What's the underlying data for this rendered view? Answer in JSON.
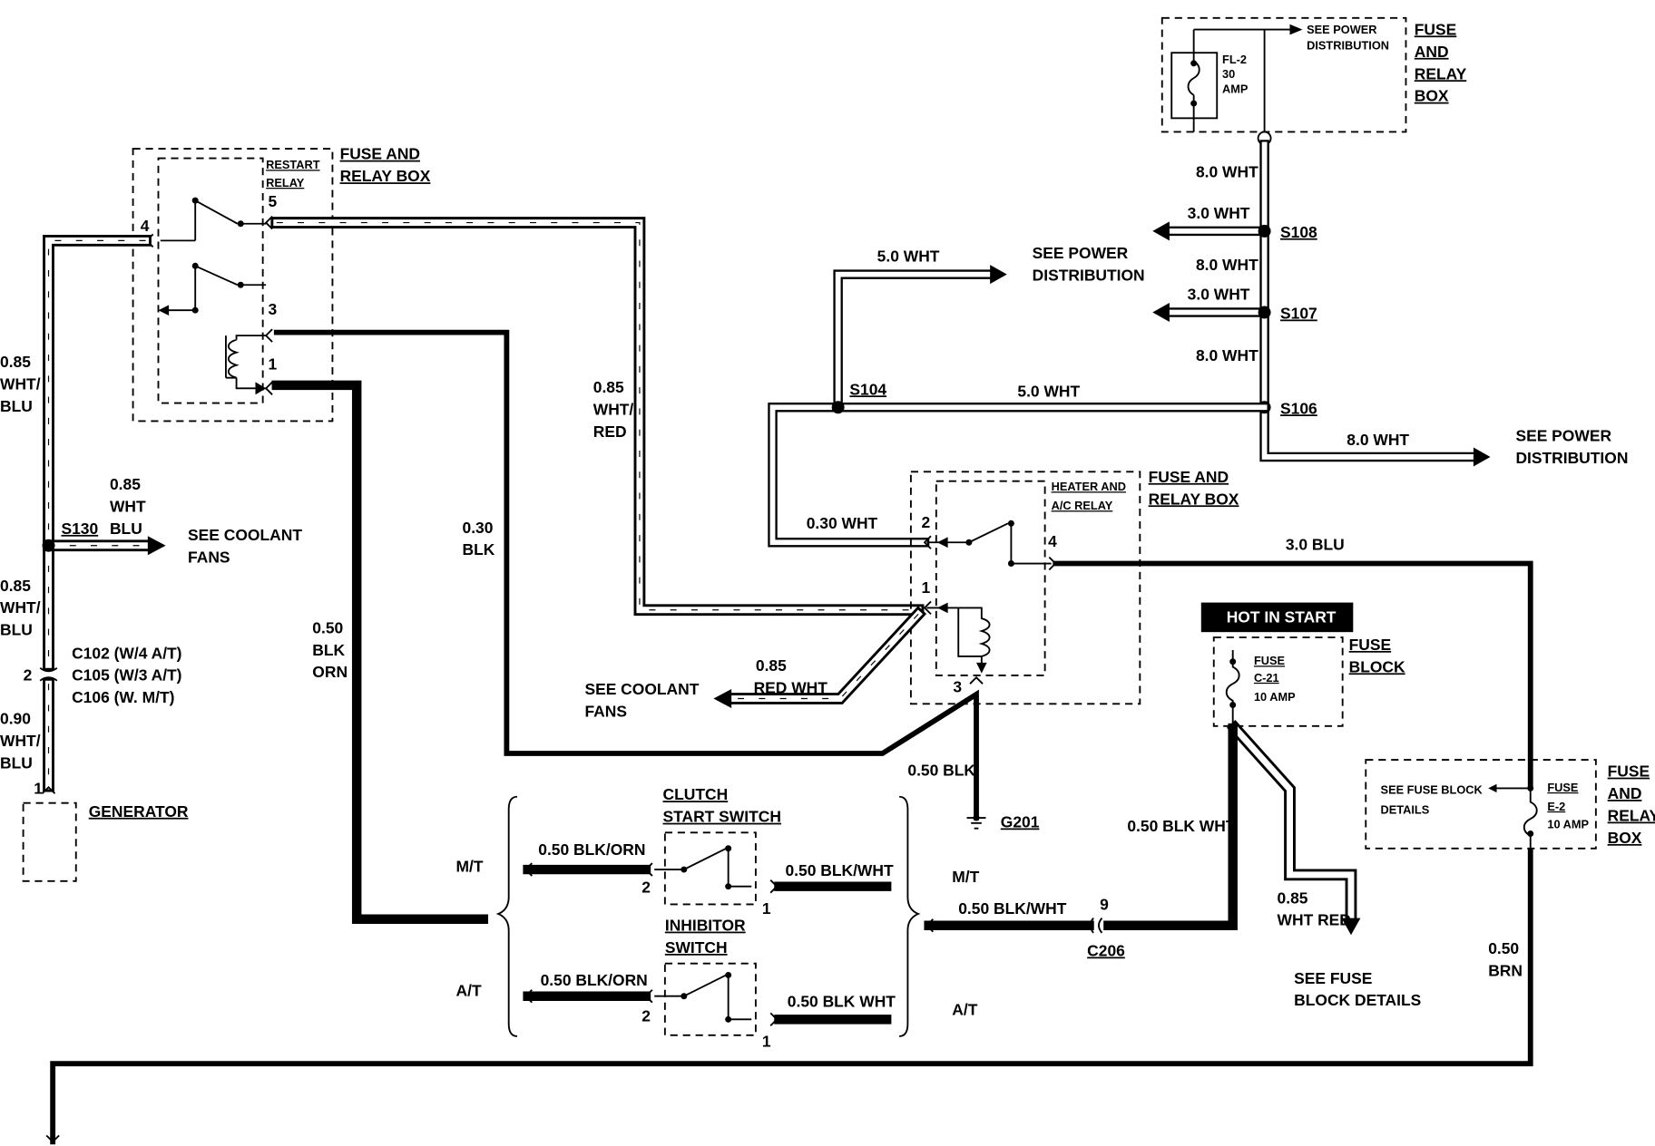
{
  "boxes": {
    "restart_box_label": [
      "FUSE AND",
      "RELAY BOX"
    ],
    "restart_relay_label": [
      "RESTART",
      "RELAY"
    ],
    "top_box_label": [
      "FUSE",
      "AND",
      "RELAY",
      "BOX"
    ],
    "fl2_label": [
      "FL-2",
      "30",
      "AMP"
    ],
    "see_power_top": [
      "SEE POWER",
      "DISTRIBUTION"
    ],
    "heater_box_label": [
      "FUSE AND",
      "RELAY BOX"
    ],
    "heater_relay_label": [
      "HEATER AND",
      "A/C RELAY"
    ],
    "hot_in_start": "HOT IN START",
    "fuse_block_label": [
      "FUSE",
      "BLOCK"
    ],
    "fuse_c21": [
      "FUSE",
      "C-21",
      "10 AMP"
    ],
    "e2_box_label": [
      "FUSE",
      "AND",
      "RELAY",
      "BOX"
    ],
    "fuse_e2": [
      "FUSE",
      "E-2",
      "10 AMP"
    ],
    "see_fuse_block_details_inner": [
      "SEE FUSE BLOCK",
      "DETAILS"
    ],
    "generator": "GENERATOR",
    "clutch_switch": [
      "CLUTCH",
      "START SWITCH"
    ],
    "inhibitor_switch": [
      "INHIBITOR",
      "SWITCH"
    ]
  },
  "pins": {
    "restart_4": "4",
    "restart_5": "5",
    "restart_3": "3",
    "restart_1": "1",
    "heater_2": "2",
    "heater_4": "4",
    "heater_1": "1",
    "heater_3": "3",
    "gen_1": "1",
    "conn_2": "2",
    "clutch_2": "2",
    "clutch_1": "1",
    "inhib_2": "2",
    "inhib_1": "1",
    "c206_9": "9"
  },
  "wires": {
    "gen_top": [
      "0.85",
      "WHT/",
      "BLU"
    ],
    "s130_branch": [
      "0.85",
      "WHT",
      "BLU"
    ],
    "gen_mid": [
      "0.85",
      "WHT/",
      "BLU"
    ],
    "gen_bot": [
      "0.90",
      "WHT/",
      "BLU"
    ],
    "wht_red": [
      "0.85",
      "WHT/",
      "RED"
    ],
    "blk_030": [
      "0.30",
      "BLK"
    ],
    "blk_orn_050": [
      "0.50",
      "BLK",
      "ORN"
    ],
    "wht_50_upper": "5.0 WHT",
    "wht_50_mid": "5.0 WHT",
    "wht_80_a": "8.0 WHT",
    "wht_30_a": "3.0 WHT",
    "wht_80_b": "8.0 WHT",
    "wht_30_b": "3.0 WHT",
    "wht_80_c": "8.0 WHT",
    "wht_80_d": "8.0 WHT",
    "wht_030": "0.30 WHT",
    "blu_30": "3.0 BLU",
    "red_wht": [
      "0.85",
      "RED WHT"
    ],
    "blk_050": "0.50 BLK",
    "blk_wht_050": "0.50 BLK WHT",
    "wht_red_085": [
      "0.85",
      "WHT RED"
    ],
    "brn_050": [
      "0.50",
      "BRN"
    ],
    "mt_blk_orn": "0.50 BLK/ORN",
    "mt_blk_wht": "0.50 BLK/WHT",
    "at_blk_orn": "0.50 BLK/ORN",
    "at_blk_wht": "0.50 BLK WHT",
    "c206_blk_wht": "0.50 BLK/WHT"
  },
  "splices": {
    "s130": "S130",
    "s104": "S104",
    "s108": "S108",
    "s107": "S107",
    "s106": "S106"
  },
  "connectors": {
    "c102": "C102 (W/4  A/T)",
    "c105": "C105 (W/3  A/T)",
    "c106": "C106 (W.  M/T)",
    "c206": "C206",
    "g201": "G201"
  },
  "destinations": {
    "see_coolant_1": [
      "SEE COOLANT",
      "FANS"
    ],
    "see_coolant_2": [
      "SEE COOLANT",
      "FANS"
    ],
    "see_power_1": [
      "SEE POWER",
      "DISTRIBUTION"
    ],
    "see_power_2": [
      "SEE POWER",
      "DISTRIBUTION"
    ],
    "see_fuse_block_details": [
      "SEE FUSE",
      "BLOCK DETAILS"
    ]
  },
  "transmission": {
    "mt_left": "M/T",
    "at_left": "A/T",
    "mt_right": "M/T",
    "at_right": "A/T"
  }
}
